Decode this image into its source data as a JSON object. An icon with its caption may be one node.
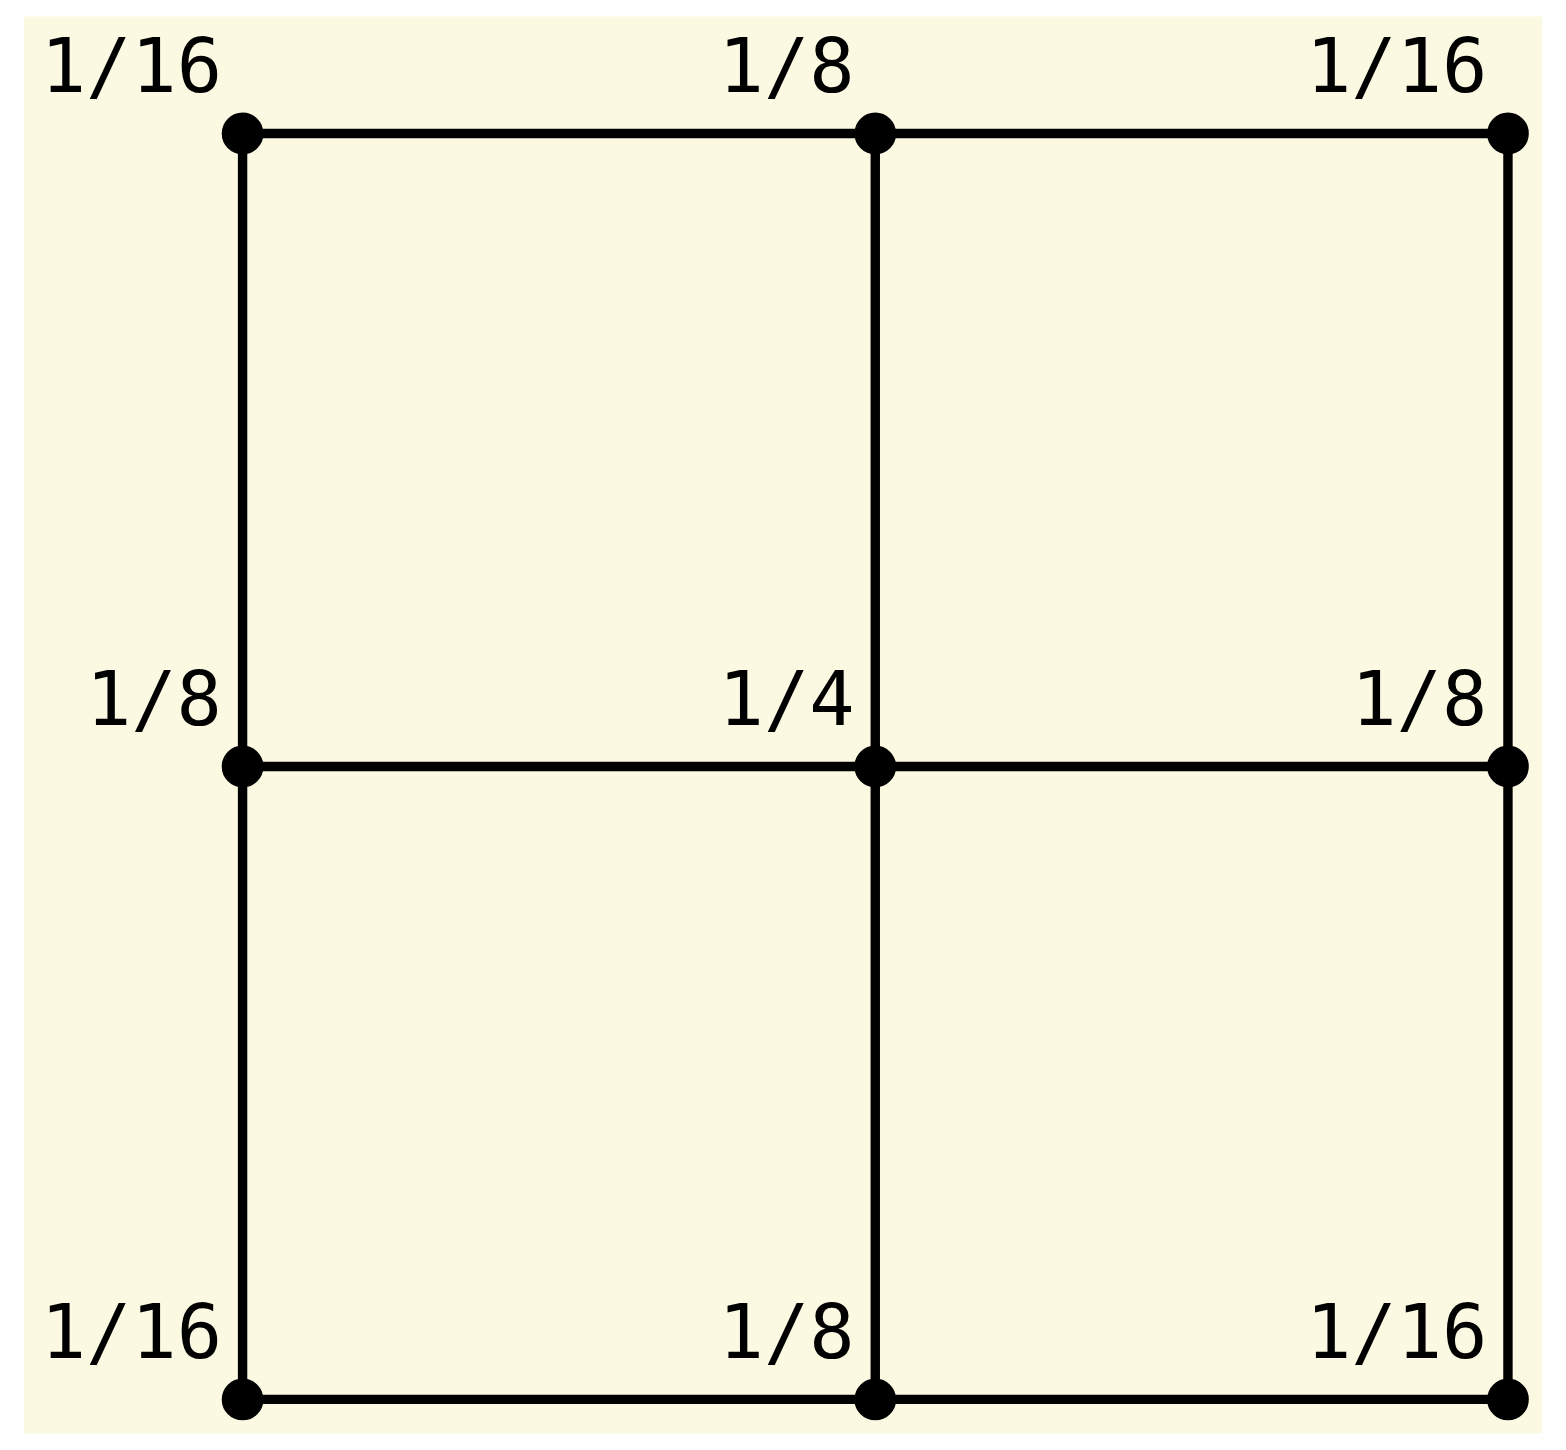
{
  "diagram": {
    "nodes": [
      {
        "text": [],
        "shape": "circle",
        "beside": [
          "1/16"
        ]
      },
      {
        "text": [],
        "shape": "circle",
        "beside": [
          "1/8"
        ]
      },
      {
        "text": [],
        "shape": "circle",
        "beside": [
          "1/16"
        ]
      },
      {
        "text": [],
        "shape": "circle",
        "beside": [
          "1/8"
        ]
      },
      {
        "text": [],
        "shape": "circle",
        "beside": [
          "1/4"
        ]
      },
      {
        "text": [],
        "shape": "circle",
        "beside": [
          "1/8"
        ]
      },
      {
        "text": [],
        "shape": "circle",
        "beside": [
          "1/16"
        ]
      },
      {
        "text": [],
        "shape": "circle",
        "beside": [
          "1/8"
        ]
      },
      {
        "text": [],
        "shape": "circle",
        "beside": [
          "1/16"
        ]
      }
    ],
    "edges": [
      {
        "from": 0,
        "to": 1,
        "arrow": "none"
      },
      {
        "from": 1,
        "to": 2,
        "arrow": "none"
      },
      {
        "from": 0,
        "to": 3,
        "arrow": "none"
      },
      {
        "from": 1,
        "to": 4,
        "arrow": "none"
      },
      {
        "from": 2,
        "to": 5,
        "arrow": "none"
      },
      {
        "from": 3,
        "to": 4,
        "arrow": "none"
      },
      {
        "from": 4,
        "to": 5,
        "arrow": "none"
      },
      {
        "from": 3,
        "to": 6,
        "arrow": "none"
      },
      {
        "from": 4,
        "to": 7,
        "arrow": "none"
      },
      {
        "from": 5,
        "to": 8,
        "arrow": "none"
      },
      {
        "from": 6,
        "to": 7,
        "arrow": "none"
      },
      {
        "from": 7,
        "to": 8,
        "arrow": "none"
      }
    ]
  }
}
